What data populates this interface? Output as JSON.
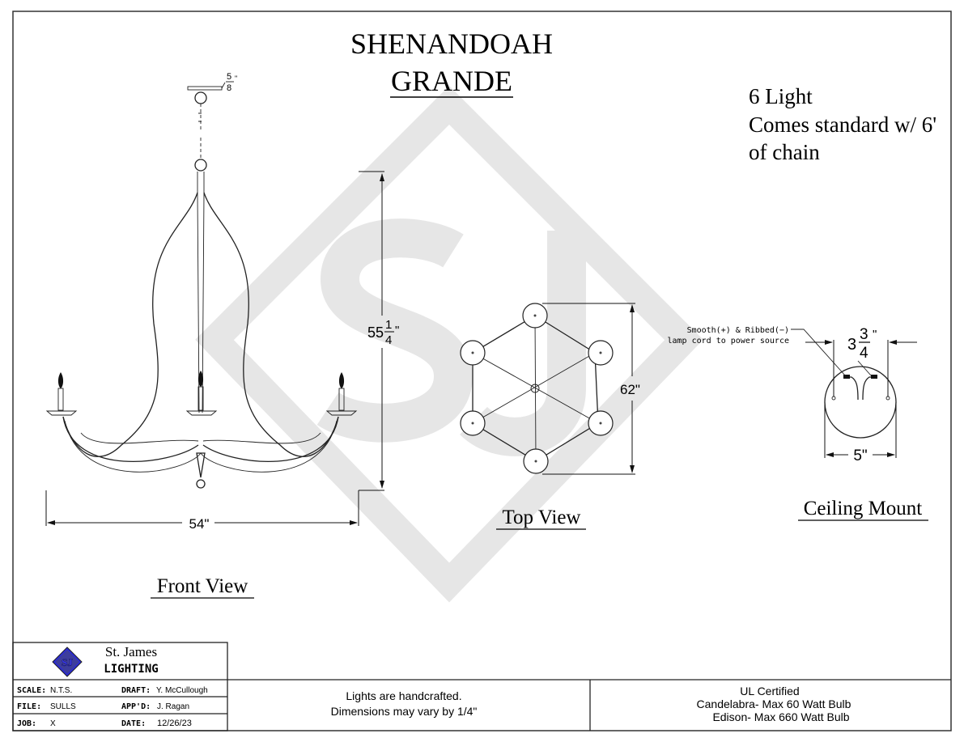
{
  "title": {
    "line1": "SHENANDOAH",
    "line2": "GRANDE"
  },
  "specs": {
    "line1": "6 Light",
    "line2": "Comes standard w/ 6'",
    "line3": "of chain"
  },
  "views": {
    "front": "Front View",
    "top": "Top View",
    "ceiling": "Ceiling Mount"
  },
  "dimensions": {
    "canopy_whole": "",
    "canopy_num": "5",
    "canopy_den": "8",
    "canopy_unit": "\"",
    "height_whole": "55",
    "height_num": "1",
    "height_den": "4",
    "height_unit": "\"",
    "width": "54\"",
    "top_diameter": "62\"",
    "mount_whole": "3",
    "mount_num": "3",
    "mount_den": "4",
    "mount_unit": "\"",
    "mount_diameter": "5\""
  },
  "mount_note": {
    "line1": "Smooth(+) & Ribbed(−)",
    "line2": "lamp cord to power source"
  },
  "title_block": {
    "company_line1": "St. James",
    "company_line2": "LIGHTING",
    "logo_text": "SJ",
    "scale_label": "SCALE:",
    "scale_value": "N.T.S.",
    "draft_label": "DRAFT:",
    "draft_value": "Y. McCullough",
    "file_label": "FILE:",
    "file_value": "SULLS",
    "appd_label": "APP'D:",
    "appd_value": "J. Ragan",
    "job_label": "JOB:",
    "job_value": "X",
    "date_label": "DATE:",
    "date_value": "12/26/23"
  },
  "notes": {
    "line1": "Lights are handcrafted.",
    "line2": "Dimensions may vary by 1/4\""
  },
  "certification": {
    "line1": "UL Certified",
    "line2": "Candelabra- Max 60 Watt Bulb",
    "line3": "Edison- Max 660 Watt Bulb"
  },
  "watermark": {
    "text": "SJ",
    "color": "#e6e6e6"
  }
}
